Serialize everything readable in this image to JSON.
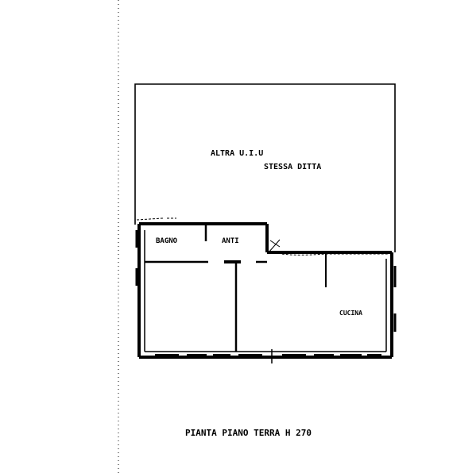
{
  "plan": {
    "upper_area_line1": "ALTRA U.I.U",
    "upper_area_line2": "STESSA DITTA",
    "room_bath": "BAGNO",
    "room_anti": "ANTI",
    "room_kitchen": "CUCINA",
    "caption": "PIANTA PIANO TERRA H 270"
  },
  "colors": {
    "ink": "#000000",
    "paper": "#ffffff"
  }
}
